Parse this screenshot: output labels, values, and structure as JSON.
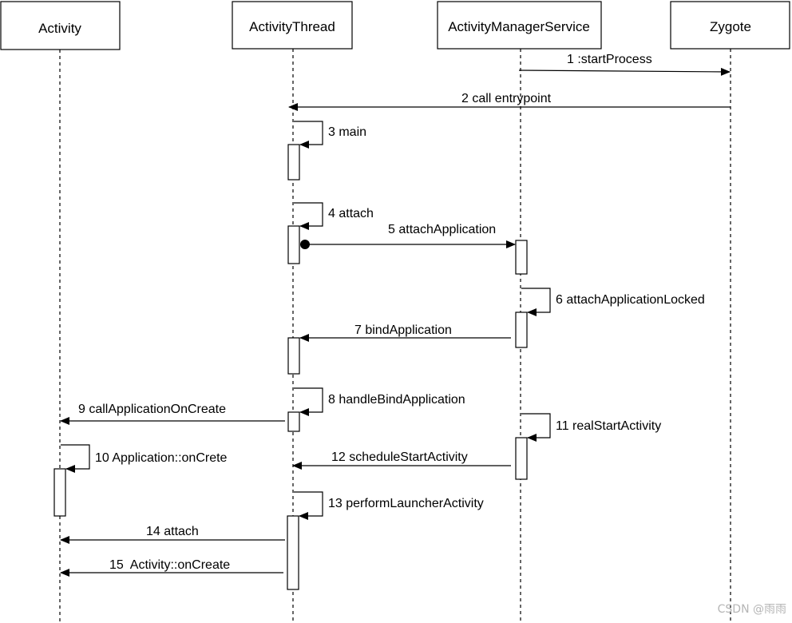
{
  "participants": [
    {
      "id": "activity",
      "label": "Activity"
    },
    {
      "id": "activity_thread",
      "label": "ActivityThread"
    },
    {
      "id": "ams",
      "label": "ActivityManagerService"
    },
    {
      "id": "zygote",
      "label": "Zygote"
    }
  ],
  "messages": [
    {
      "label": "1 :startProcess",
      "from": "ams",
      "to": "zygote"
    },
    {
      "label": "2 call entrypoint",
      "from": "zygote",
      "to": "activity_thread"
    },
    {
      "label": "3 main",
      "from": "activity_thread",
      "to": "activity_thread"
    },
    {
      "label": "4 attach",
      "from": "activity_thread",
      "to": "activity_thread"
    },
    {
      "label": "5 attachApplication",
      "from": "activity_thread",
      "to": "ams"
    },
    {
      "label": "6 attachApplicationLocked",
      "from": "ams",
      "to": "ams"
    },
    {
      "label": "7 bindApplication",
      "from": "ams",
      "to": "activity_thread"
    },
    {
      "label": "8 handleBindApplication",
      "from": "activity_thread",
      "to": "activity_thread"
    },
    {
      "label": "9 callApplicationOnCreate",
      "from": "activity_thread",
      "to": "activity"
    },
    {
      "label": "10 Application::onCrete",
      "from": "activity",
      "to": "activity"
    },
    {
      "label": "11 realStartActivity",
      "from": "ams",
      "to": "ams"
    },
    {
      "label": "12 scheduleStartActivity",
      "from": "ams",
      "to": "activity_thread"
    },
    {
      "label": "13 performLauncherActivity",
      "from": "activity_thread",
      "to": "activity_thread"
    },
    {
      "label": "14 attach",
      "from": "activity_thread",
      "to": "activity"
    },
    {
      "label": "15  Activity::onCreate",
      "from": "activity_thread",
      "to": "activity"
    }
  ],
  "watermark": "CSDN @雨雨",
  "colors": {
    "line": "#000000",
    "background": "#ffffff",
    "watermark": "#b5b5b5"
  }
}
